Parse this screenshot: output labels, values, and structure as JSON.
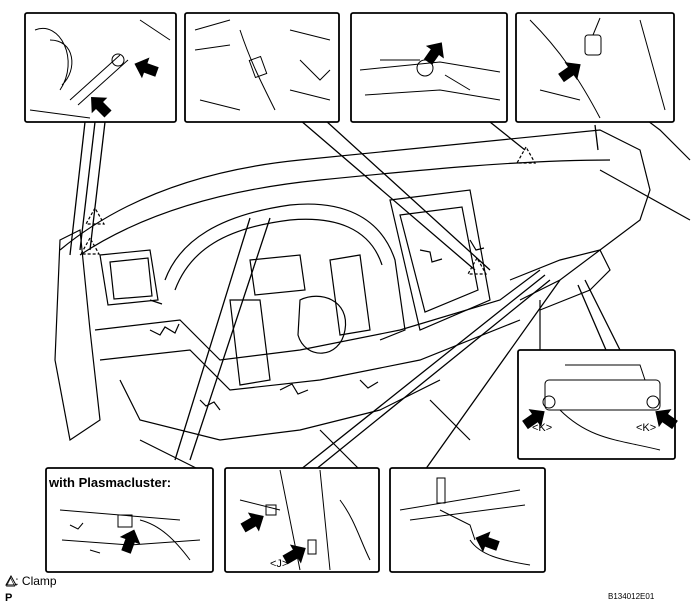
{
  "figure": {
    "caption_plasmacluster": "with Plasmacluster:",
    "label_k_left": "<K>",
    "label_k_right": "<K>",
    "label_j": "<J>",
    "legend_clamp": "△: Clamp",
    "page_mark": "P",
    "figure_code": "B134012E01"
  },
  "icons": [
    "arrow-icon",
    "clamp-triangle-icon"
  ],
  "colors": {
    "line": "#000000",
    "background": "#ffffff"
  }
}
